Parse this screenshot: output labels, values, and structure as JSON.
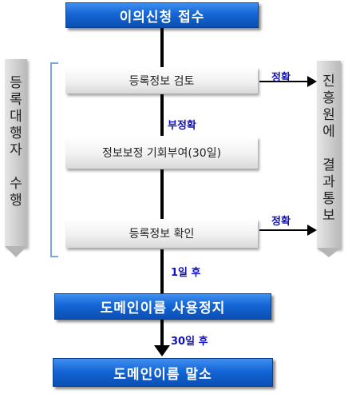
{
  "nodes": {
    "start": "이의신청 접수",
    "review": "등록정보 검토",
    "correction": "정보보정 기회부여(30일)",
    "confirm": "등록정보 확인",
    "suspend": "도메인이름 사용정지",
    "delete": "도메인이름 말소"
  },
  "edges": {
    "review_accurate": "정확",
    "inaccurate": "부정확",
    "confirm_accurate": "정확",
    "after_1day": "1일 후",
    "after_30days": "30일 후"
  },
  "side_left": [
    "등",
    "록",
    "대",
    "행",
    "자",
    "",
    "수",
    "행"
  ],
  "side_right": [
    "진",
    "흥",
    "원",
    "에",
    "",
    "결",
    "과",
    "통",
    "보"
  ]
}
